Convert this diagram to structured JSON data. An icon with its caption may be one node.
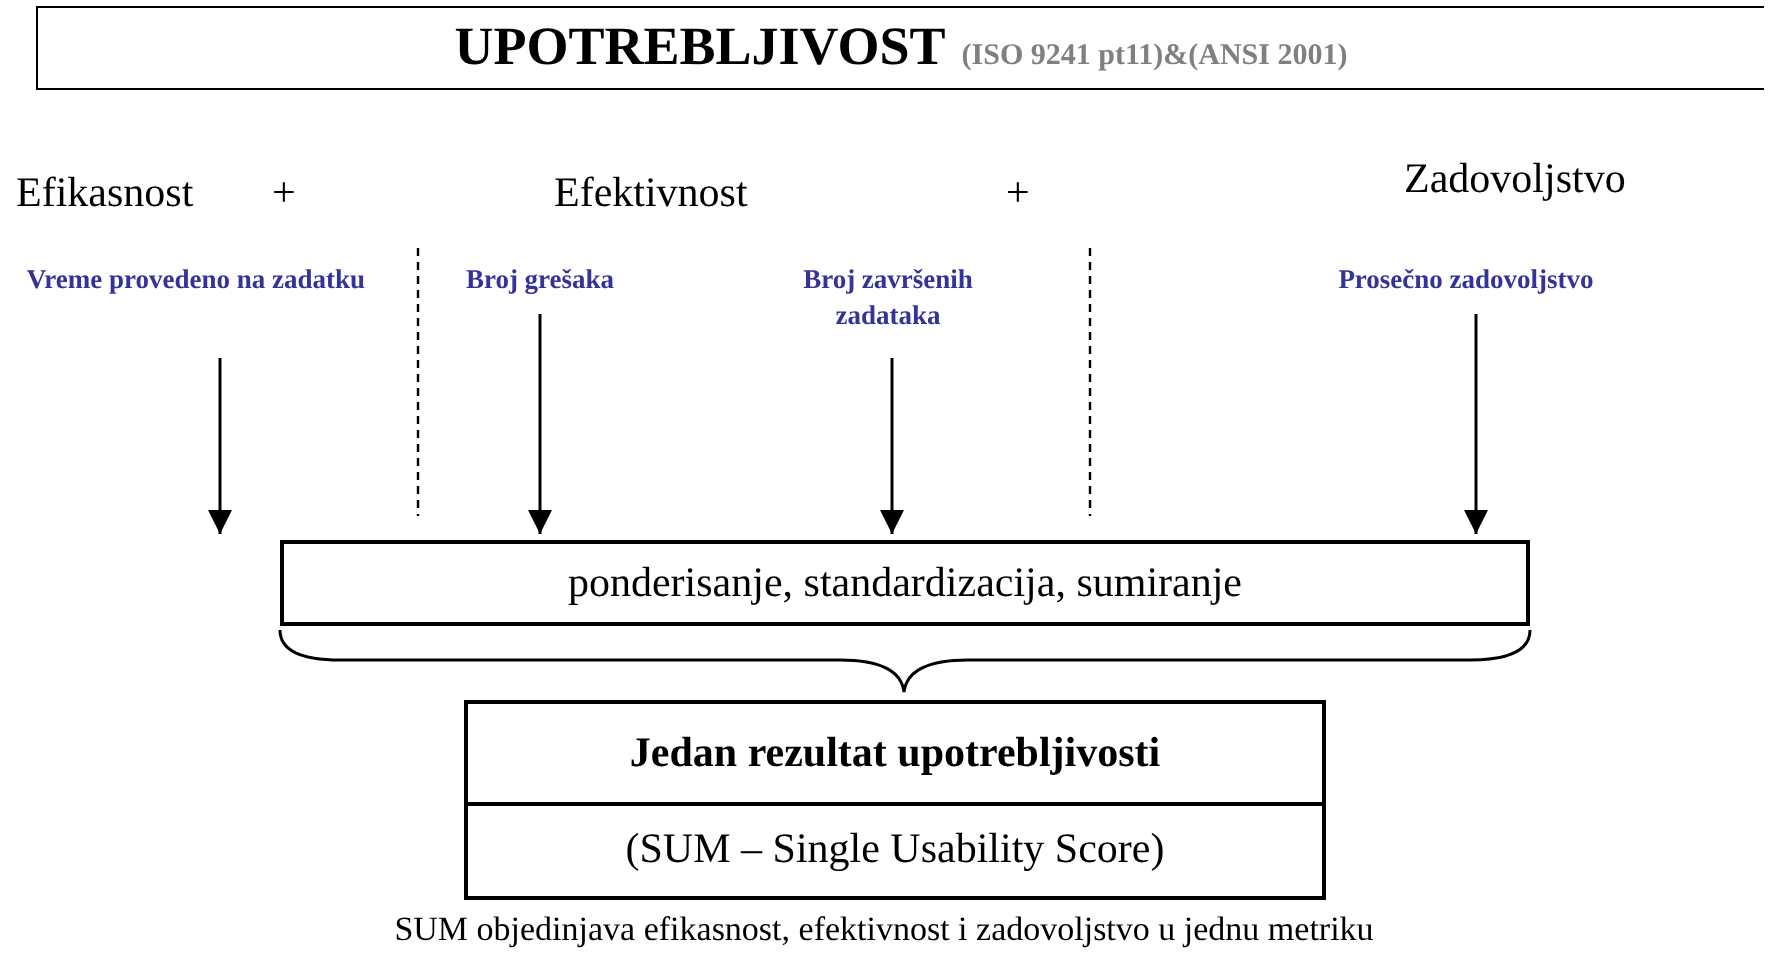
{
  "diagram": {
    "caption": "SUM objedinjava efikasnost, efektivnost i zadovoljstvo u jednu metriku",
    "nodes": [
      {
        "text": [
          "UPOTREBLJIVOST",
          "(ISO 9241 pt11)&(ANSI 2001)"
        ]
      },
      {
        "text": [
          "Vreme provedeno na zadatku"
        ]
      },
      {
        "text": [
          "Broj grešaka"
        ]
      },
      {
        "text": [
          "Broj završenih zadataka"
        ]
      },
      {
        "text": [
          "Prosečno zadovoljstvo"
        ]
      },
      {
        "text": [
          "ponderisanje, standardizacija, sumiranje"
        ]
      },
      {
        "text": [
          "Jedan rezultat upotrebljivosti",
          "(SUM – Single Usability Score)"
        ]
      }
    ],
    "edges": [
      {
        "from": 1,
        "to": 5,
        "arrow": "to"
      },
      {
        "from": 2,
        "to": 5,
        "arrow": "to"
      },
      {
        "from": 3,
        "to": 5,
        "arrow": "to"
      },
      {
        "from": 4,
        "to": 5,
        "arrow": "to"
      }
    ],
    "labels": [
      "Efikasnost",
      "+",
      "Efektivnost",
      "+",
      "Zadovoljstvo"
    ]
  }
}
